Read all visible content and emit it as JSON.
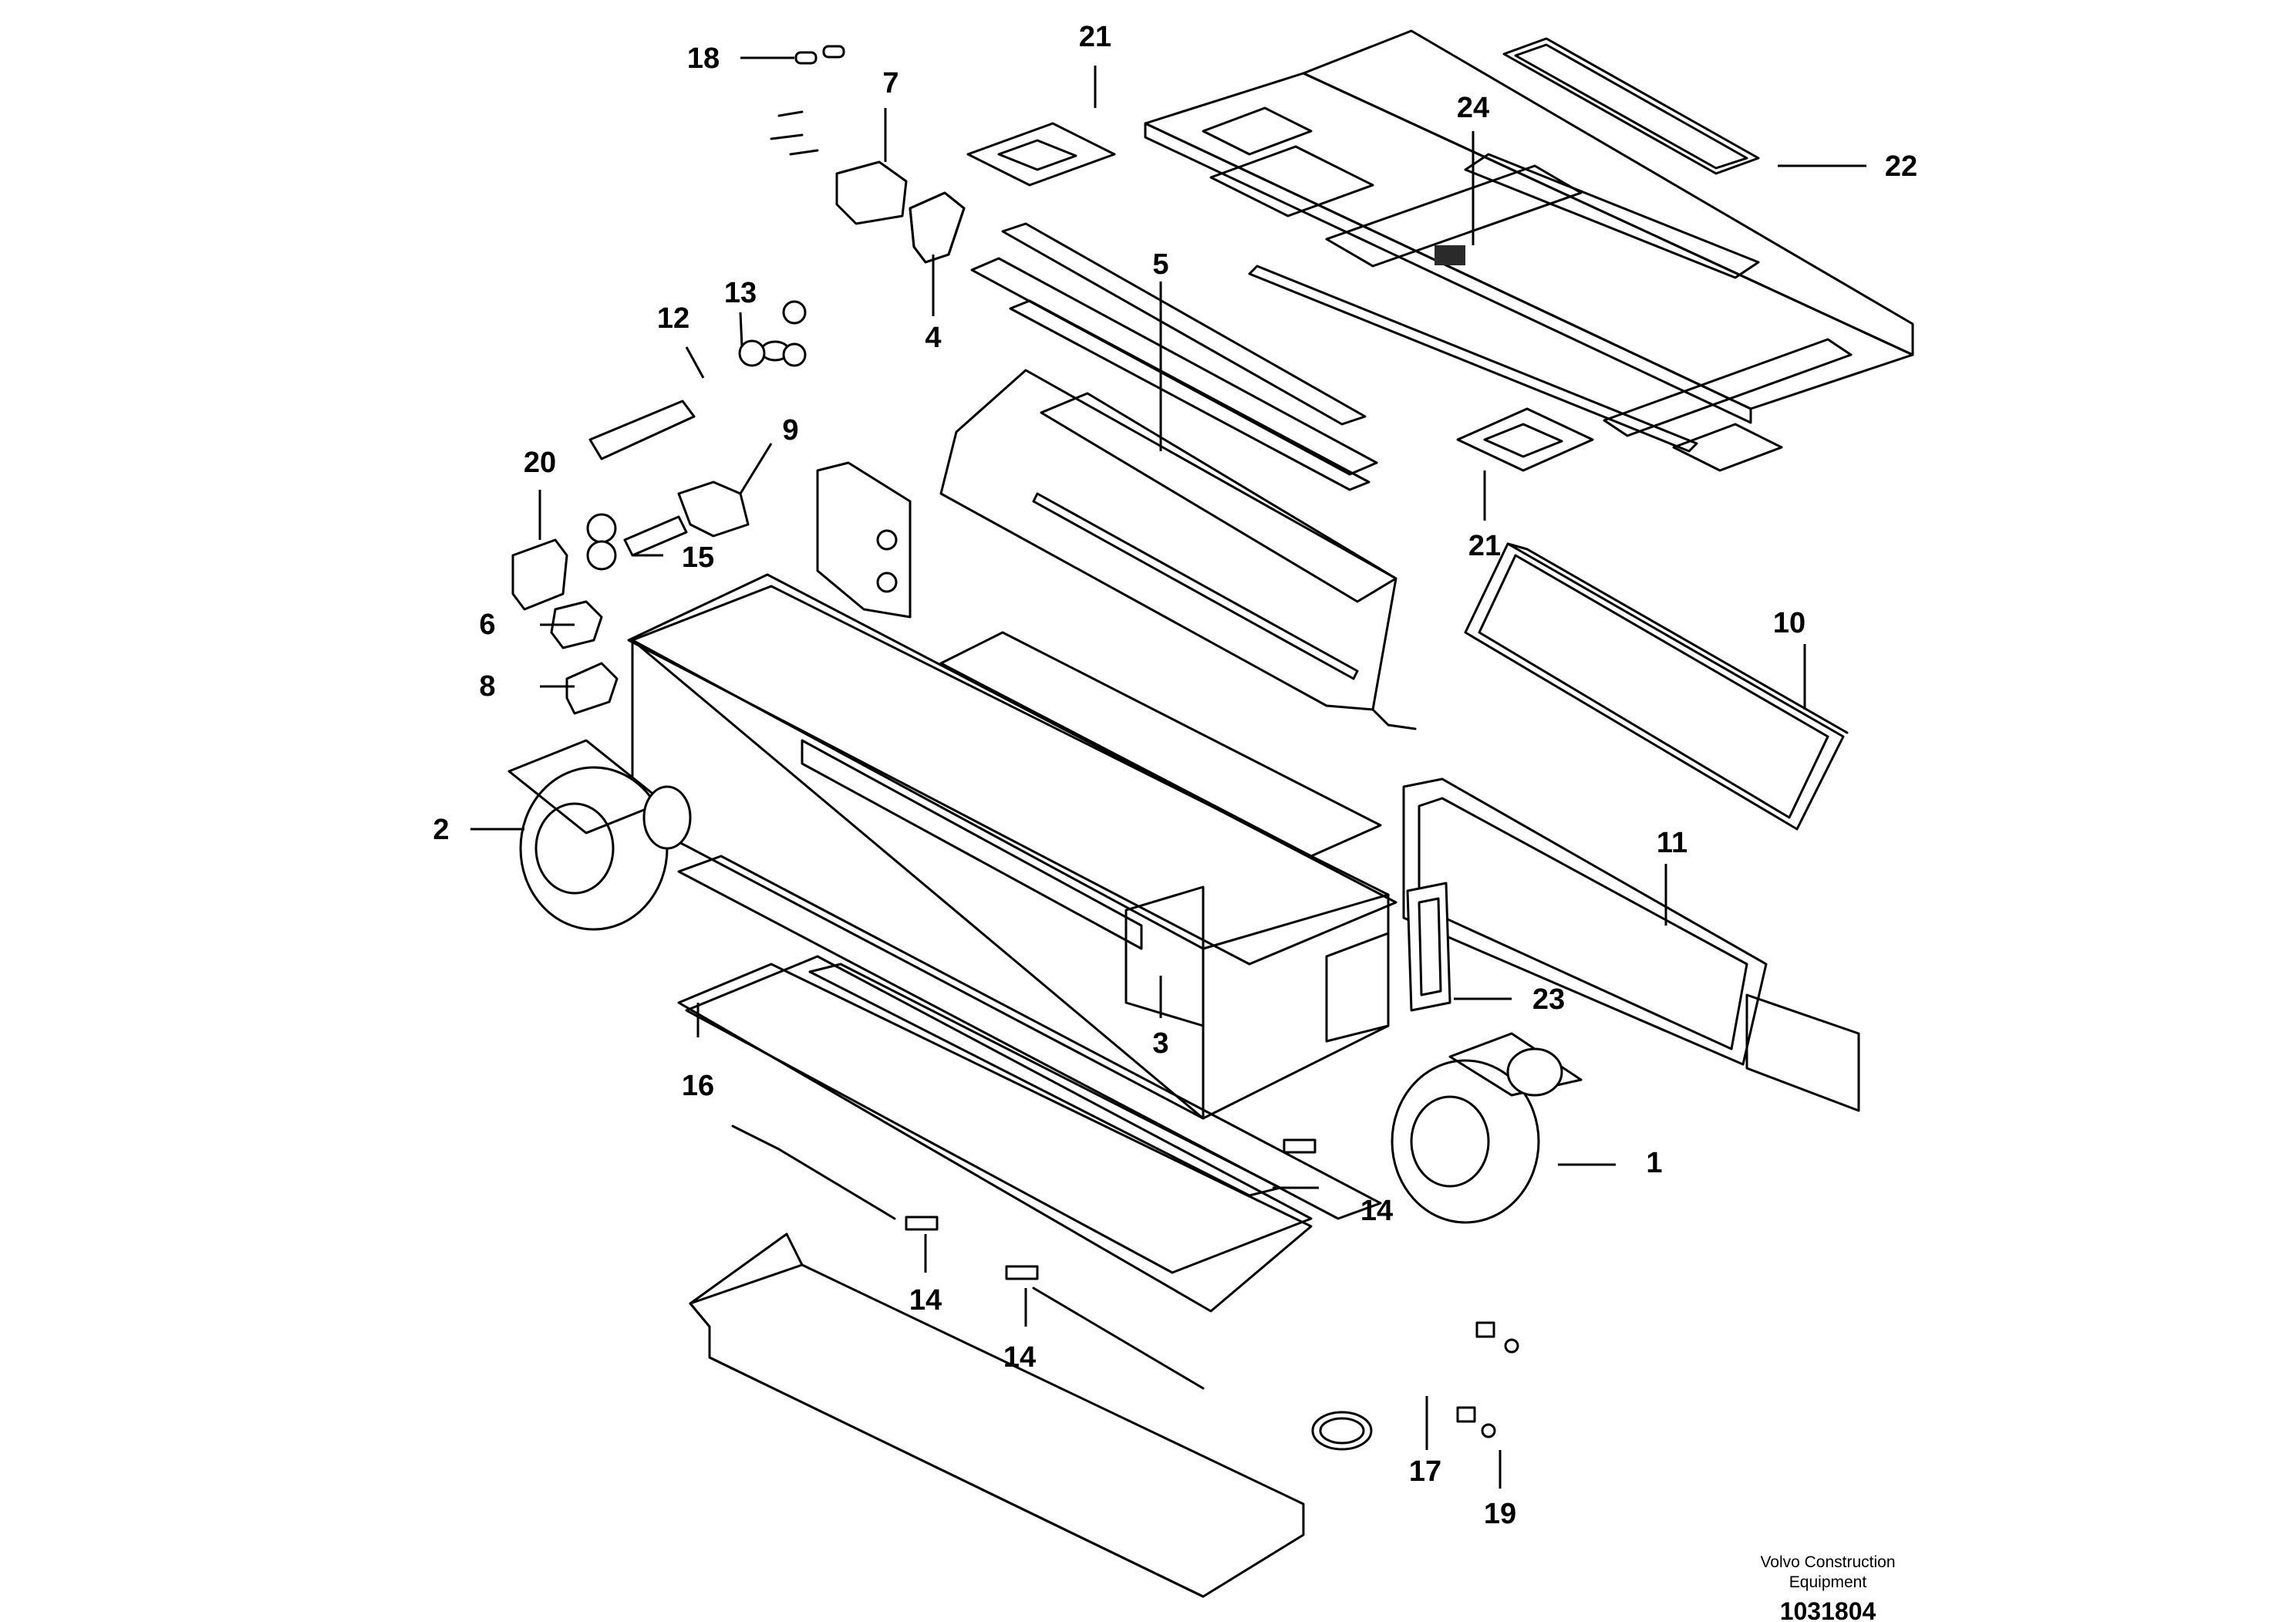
{
  "callouts": {
    "c1": "1",
    "c2": "2",
    "c3": "3",
    "c4": "4",
    "c5": "5",
    "c6": "6",
    "c7": "7",
    "c8": "8",
    "c9": "9",
    "c10": "10",
    "c11": "11",
    "c12": "12",
    "c13": "13",
    "c14a": "14",
    "c14b": "14",
    "c14c": "14",
    "c15": "15",
    "c16": "16",
    "c17": "17",
    "c18": "18",
    "c19": "19",
    "c20": "20",
    "c21a": "21",
    "c21b": "21",
    "c22": "22",
    "c23": "23",
    "c24": "24"
  },
  "footer": {
    "brand_line1": "Volvo Construction",
    "brand_line2": "Equipment",
    "drawing_number": "1031804"
  }
}
